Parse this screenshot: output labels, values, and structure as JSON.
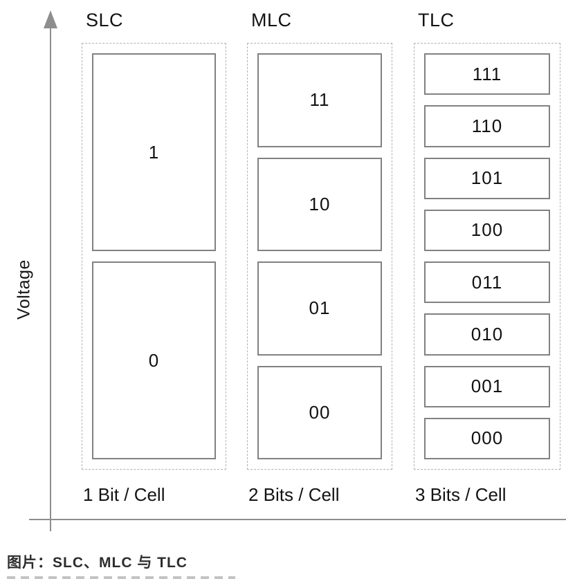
{
  "diagram": {
    "y_axis_label": "Voltage",
    "columns": [
      {
        "id": "slc",
        "header": "SLC",
        "footer": "1 Bit / Cell",
        "cells": [
          "1",
          "0"
        ]
      },
      {
        "id": "mlc",
        "header": "MLC",
        "footer": "2 Bits / Cell",
        "cells": [
          "11",
          "10",
          "01",
          "00"
        ]
      },
      {
        "id": "tlc",
        "header": "TLC",
        "footer": "3 Bits / Cell",
        "cells": [
          "111",
          "110",
          "101",
          "100",
          "011",
          "010",
          "001",
          "000"
        ]
      }
    ]
  },
  "caption": "图片：SLC、MLC 与 TLC",
  "colors": {
    "axis": "#8e8e8e",
    "cell_border": "#818181",
    "group_border_dashed": "#b2b2b2",
    "text": "#131313",
    "caption_text": "#2d2d2d",
    "background": "#ffffff"
  }
}
